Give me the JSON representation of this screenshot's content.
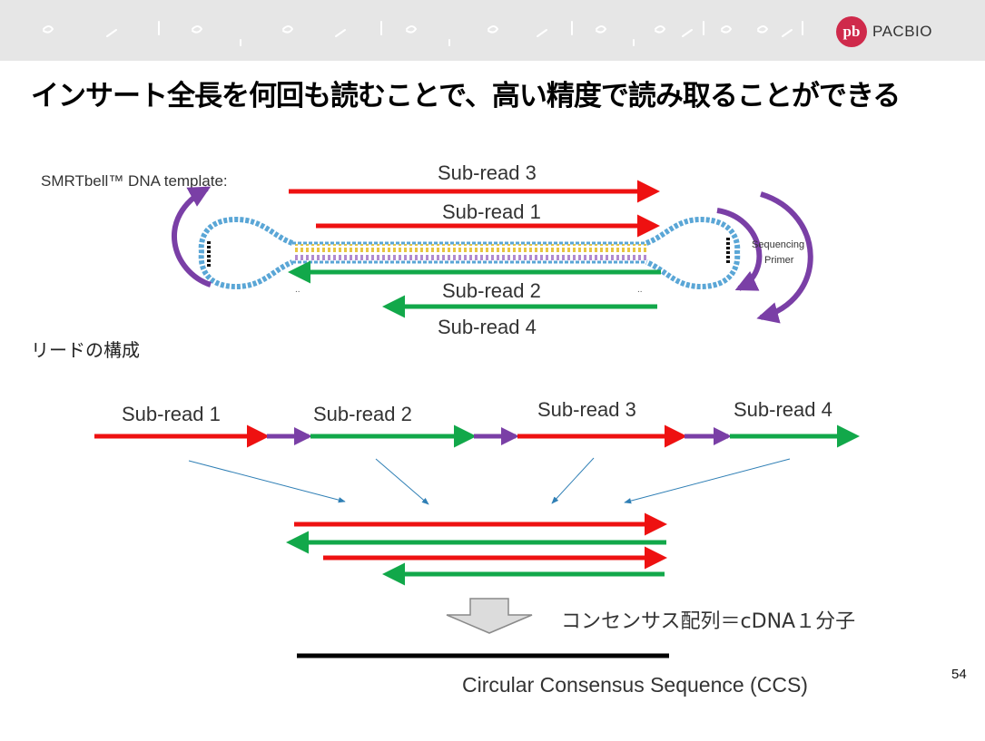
{
  "header": {
    "brand_name": "PACBIO",
    "logo_glyph": "pb",
    "motif_color": "#ffffff"
  },
  "slide": {
    "title": "インサート全長を何回も読むことで、高い精度で読み取ることができる",
    "page_number": "54"
  },
  "template_section": {
    "label": "SMRTbell™  DNA template:",
    "primer_label_line1": "Sequencing",
    "primer_label_line2": "Primer",
    "subreads": [
      {
        "label": "Sub-read 3",
        "direction": "forward"
      },
      {
        "label": "Sub-read 1",
        "direction": "forward"
      },
      {
        "label": "Sub-read 2",
        "direction": "reverse"
      },
      {
        "label": "Sub-read 4",
        "direction": "reverse"
      }
    ]
  },
  "read_structure": {
    "label": "リードの構成",
    "segments": [
      "Sub-read 1",
      "Sub-read 2",
      "Sub-read 3",
      "Sub-read 4"
    ]
  },
  "consensus": {
    "label": "コンセンサス配列＝cDNA１分子",
    "ccs_label": "Circular Consensus Sequence (CCS)"
  },
  "colors": {
    "forward": "#ee1111",
    "reverse": "#12a84a",
    "adapter": "#7a3fa6",
    "template_outline": "#5aa6d6",
    "base_yellow": "#e8c640",
    "base_purple": "#b08ad0",
    "guide_arrow": "#2f7fb5",
    "consensus_line": "#000000",
    "down_arrow_fill": "#dcdcdc"
  }
}
